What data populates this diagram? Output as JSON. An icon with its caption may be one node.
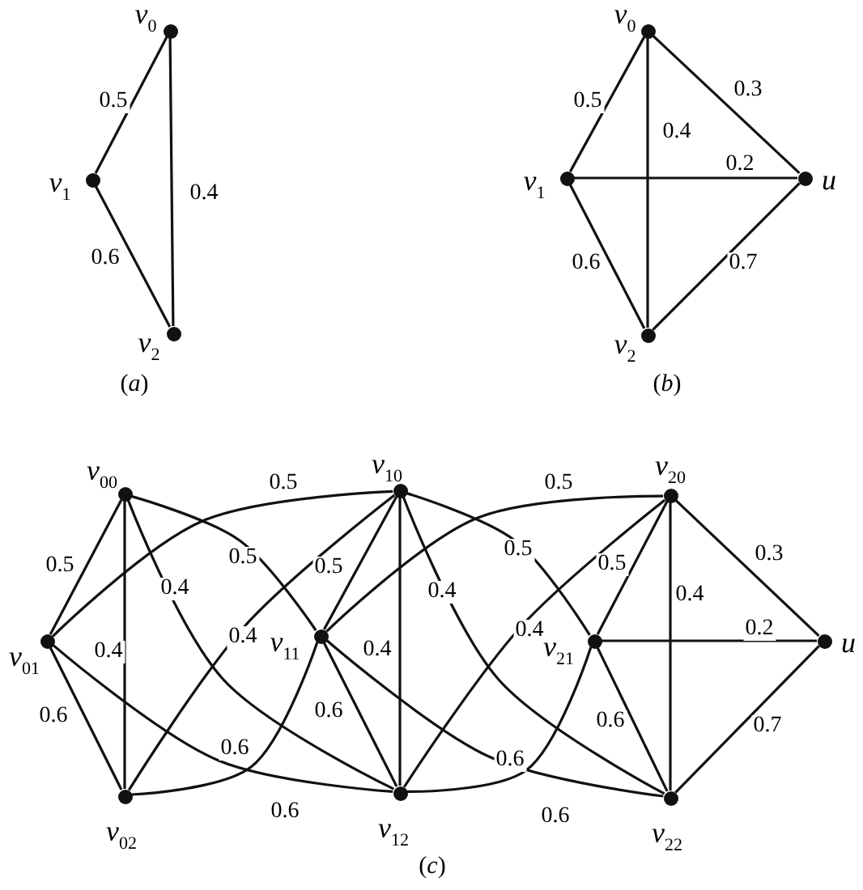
{
  "diagram": {
    "nodes": [
      {
        "text": [
          "*v*$_{0}$"
        ]
      },
      {
        "text": [
          "*v*$_{1}$"
        ]
      },
      {
        "text": [
          "*v*$_{2}$"
        ]
      },
      {
        "text": [
          "*v*$_{0}$"
        ]
      },
      {
        "text": [
          "*v*$_{1}$"
        ]
      },
      {
        "text": [
          "*u*"
        ]
      },
      {
        "text": [
          "*v*$_{2}$"
        ]
      },
      {
        "text": [
          "*v*$_{00}$"
        ]
      },
      {
        "text": [
          "*v*$_{01}$"
        ]
      },
      {
        "text": [
          "*v*$_{02}$"
        ]
      },
      {
        "text": [
          "*v*$_{10}$"
        ]
      },
      {
        "text": [
          "*v*$_{11}$"
        ]
      },
      {
        "text": [
          "*v*$_{12}$"
        ]
      },
      {
        "text": [
          "*v*$_{20}$"
        ]
      },
      {
        "text": [
          "*v*$_{21}$"
        ]
      },
      {
        "text": [
          "*v*$_{22}$"
        ]
      },
      {
        "text": [
          "*u*"
        ]
      }
    ],
    "edges": [
      {
        "from": 0,
        "to": 1,
        "arrow": "none",
        "label": "0.5"
      },
      {
        "from": 1,
        "to": 2,
        "arrow": "none",
        "label": "0.6"
      },
      {
        "from": 0,
        "to": 2,
        "arrow": "none",
        "label": "0.4"
      },
      {
        "from": 3,
        "to": 4,
        "arrow": "none",
        "label": "0.5"
      },
      {
        "from": 3,
        "to": 6,
        "arrow": "none",
        "label": "0.4"
      },
      {
        "from": 3,
        "to": 5,
        "arrow": "none",
        "label": "0.3"
      },
      {
        "from": 4,
        "to": 5,
        "arrow": "none",
        "label": "0.2"
      },
      {
        "from": 4,
        "to": 6,
        "arrow": "none",
        "label": "0.6"
      },
      {
        "from": 6,
        "to": 5,
        "arrow": "none",
        "label": "0.7"
      },
      {
        "from": 7,
        "to": 8,
        "arrow": "none",
        "label": "0.5"
      },
      {
        "from": 7,
        "to": 9,
        "arrow": "none",
        "label": "0.4"
      },
      {
        "from": 8,
        "to": 9,
        "arrow": "none",
        "label": "0.6"
      },
      {
        "from": 8,
        "to": 10,
        "arrow": "none",
        "label": "0.5"
      },
      {
        "from": 7,
        "to": 11,
        "arrow": "none",
        "label": "0.5"
      },
      {
        "from": 7,
        "to": 12,
        "arrow": "none",
        "label": "0.4"
      },
      {
        "from": 9,
        "to": 10,
        "arrow": "none",
        "label": "0.4"
      },
      {
        "from": 9,
        "to": 11,
        "arrow": "none",
        "label": "0.6"
      },
      {
        "from": 8,
        "to": 12,
        "arrow": "none",
        "label": "0.6"
      },
      {
        "from": 10,
        "to": 11,
        "arrow": "none",
        "label": "0.5"
      },
      {
        "from": 10,
        "to": 12,
        "arrow": "none",
        "label": "0.4"
      },
      {
        "from": 11,
        "to": 12,
        "arrow": "none",
        "label": "0.6"
      },
      {
        "from": 11,
        "to": 13,
        "arrow": "none",
        "label": "0.5"
      },
      {
        "from": 10,
        "to": 14,
        "arrow": "none",
        "label": "0.5"
      },
      {
        "from": 10,
        "to": 15,
        "arrow": "none",
        "label": "0.4"
      },
      {
        "from": 12,
        "to": 13,
        "arrow": "none",
        "label": "0.4"
      },
      {
        "from": 12,
        "to": 14,
        "arrow": "none",
        "label": "0.6"
      },
      {
        "from": 11,
        "to": 15,
        "arrow": "none",
        "label": "0.6"
      },
      {
        "from": 13,
        "to": 14,
        "arrow": "none",
        "label": "0.5"
      },
      {
        "from": 13,
        "to": 15,
        "arrow": "none",
        "label": "0.4"
      },
      {
        "from": 14,
        "to": 15,
        "arrow": "none",
        "label": "0.6"
      },
      {
        "from": 13,
        "to": 16,
        "arrow": "none",
        "label": "0.3"
      },
      {
        "from": 14,
        "to": 16,
        "arrow": "none",
        "label": "0.2"
      },
      {
        "from": 15,
        "to": 16,
        "arrow": "none",
        "label": "0.7"
      }
    ],
    "labels": [
      "(*a*)",
      "(*b*)",
      "(*c*)"
    ]
  }
}
